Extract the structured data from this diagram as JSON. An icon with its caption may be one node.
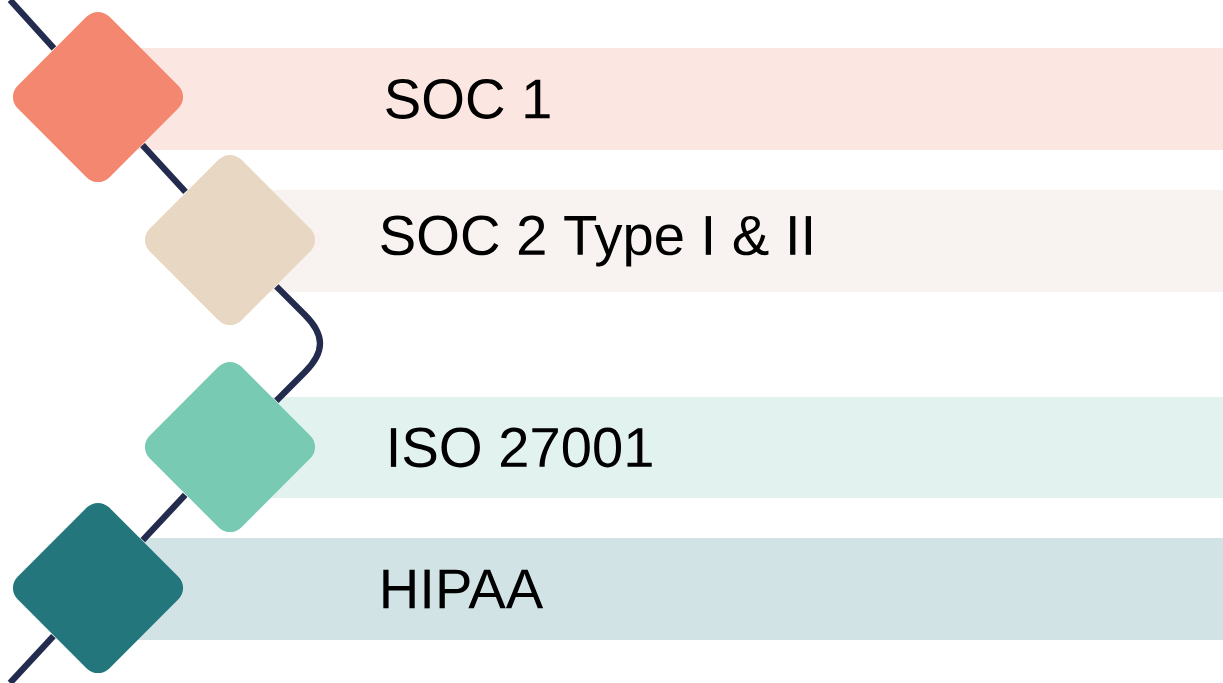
{
  "diagram": {
    "nodes": [
      {
        "text": [
          "SOC 1"
        ]
      },
      {
        "text": [
          "SOC 2 Type I & II"
        ]
      },
      {
        "text": [
          "ISO 27001"
        ]
      },
      {
        "text": [
          "HIPAA"
        ]
      },
      {
        "text": [],
        "shape": "diamond"
      },
      {
        "text": [],
        "shape": "diamond"
      },
      {
        "text": [],
        "shape": "diamond"
      },
      {
        "text": [],
        "shape": "diamond"
      }
    ],
    "edges": [
      {
        "from": null,
        "to": 4,
        "arrow": "none"
      },
      {
        "from": 4,
        "to": 5,
        "arrow": "none"
      },
      {
        "from": 5,
        "to": 6,
        "arrow": "none"
      },
      {
        "from": 6,
        "to": 7,
        "arrow": "none"
      },
      {
        "from": 7,
        "to": null,
        "arrow": "none"
      }
    ]
  }
}
